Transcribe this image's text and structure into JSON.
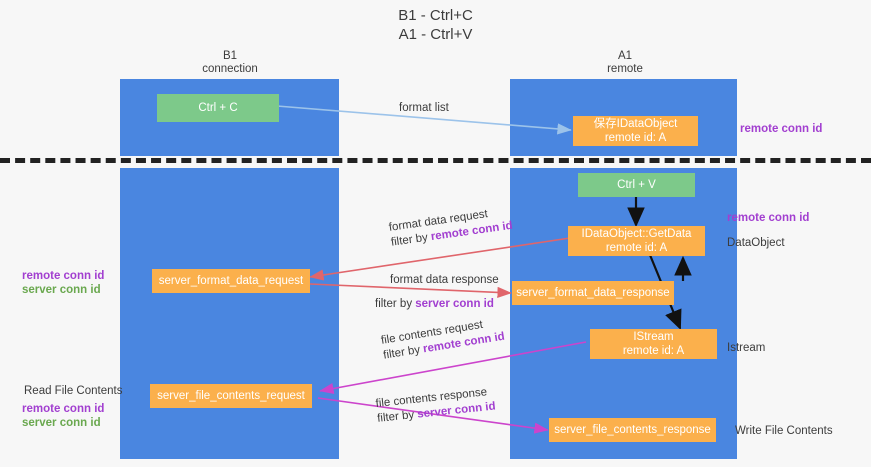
{
  "title": {
    "line1": "B1 - Ctrl+C",
    "line2": "A1 - Ctrl+V"
  },
  "columns": {
    "left": {
      "name": "B1",
      "role": "connection"
    },
    "right": {
      "name": "A1",
      "role": "remote"
    }
  },
  "nodes": {
    "ctrl_c": {
      "label": "Ctrl + C",
      "color": "#7dc98a"
    },
    "save_idataobject": {
      "line1": "保存IDataObject",
      "line2": "remote id: A",
      "color": "#fbb04c"
    },
    "ctrl_v": {
      "label": "Ctrl + V",
      "color": "#7dc98a"
    },
    "getdata": {
      "line1": "IDataObject::GetData",
      "line2": "remote id: A",
      "color": "#fbb04c"
    },
    "format_req": {
      "label": "server_format_data_request",
      "color": "#fbb04c"
    },
    "format_resp": {
      "label": "server_format_data_response",
      "color": "#fbb04c"
    },
    "istream": {
      "line1": "IStream",
      "line2": "remote id: A",
      "color": "#fbb04c"
    },
    "file_req": {
      "label": "server_file_contents_request",
      "color": "#fbb04c"
    },
    "file_resp": {
      "label": "server_file_contents_response",
      "color": "#fbb04c"
    }
  },
  "edges": {
    "format_list": {
      "label": "format list"
    },
    "format_data_request": {
      "label": "format data request",
      "filter_prefix": "filter by ",
      "filter_key": "remote conn id"
    },
    "format_data_response": {
      "label": "format data response",
      "filter_prefix": "filter by ",
      "filter_key": "server conn id"
    },
    "file_contents_request": {
      "label": "file contents request",
      "filter_prefix": "filter by ",
      "filter_key": "remote conn id"
    },
    "file_contents_response": {
      "label": "file contents response",
      "filter_prefix": "filter by ",
      "filter_key": "server conn id"
    }
  },
  "annotations": {
    "right_top_conn": "remote conn id",
    "right_mid_conn": "remote conn id",
    "right_dataobject": "DataObject",
    "right_istream": "Istream",
    "right_write_file": "Write File Contents",
    "left_mid_remote": "remote conn id",
    "left_mid_server": "server conn id",
    "left_read_file": "Read File Contents",
    "left_bot_remote": "remote conn id",
    "left_bot_server": "server conn id"
  },
  "colors": {
    "lane": "#4a86e0",
    "green": "#7dc98a",
    "orange": "#fbb04c",
    "purple": "#a23fd0",
    "green_text": "#6aa84f",
    "arrow_blue": "#9cc3ea",
    "arrow_red": "#e0656b",
    "arrow_magenta": "#cc44cc",
    "arrow_black": "#111111"
  }
}
